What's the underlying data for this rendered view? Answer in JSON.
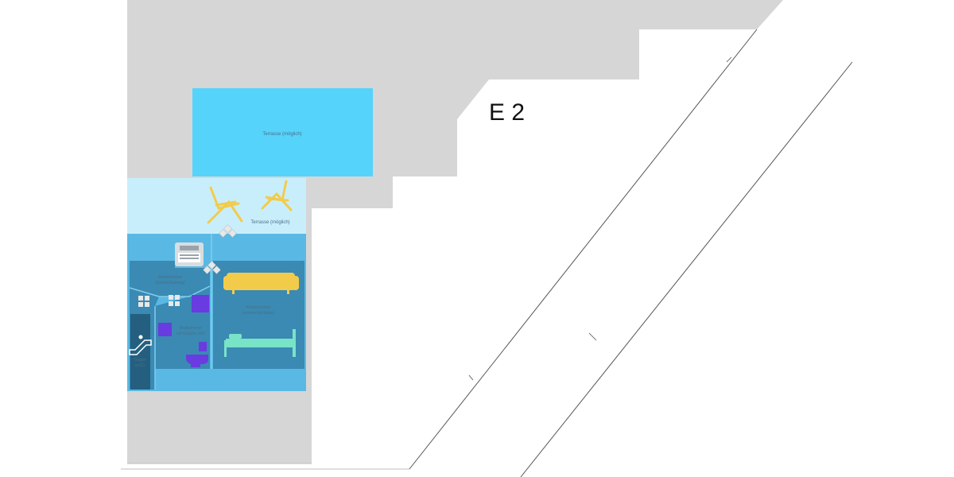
{
  "floor_label": "E 2",
  "rooms": {
    "terrace_upper": "Terrasse (möglich)",
    "terrace_lower": "Terrasse (möglich)",
    "kid_school": [
      "Kinderzimmer",
      "(Schule/Gaming)"
    ],
    "kid_living": [
      "Kinderzimmer",
      "(wohnen/schlafen)"
    ],
    "bath": [
      "Badezimmer",
      "mit Dusche, WC"
    ],
    "stairs": [
      "Treppe",
      "zu E1"
    ]
  },
  "colors": {
    "building_grey": "#d6d6d6",
    "terrace_blue": "#55d3fb",
    "terrace_light": "#c9eefb",
    "room_blue": "#5ab9e4",
    "room_dark": "#3a8ab3",
    "chair_yellow": "#f3cb4a",
    "sofa_yellow": "#f3cb4a",
    "bed_mint": "#79e3c7",
    "bath_purple": "#6a3be0",
    "stairs_dark": "#245f80"
  },
  "icons": [
    "lounge-chair-icon",
    "typewriter-icon",
    "sofa-icon",
    "bed-icon",
    "toilet-icon",
    "escalator-icon",
    "window-icon"
  ]
}
